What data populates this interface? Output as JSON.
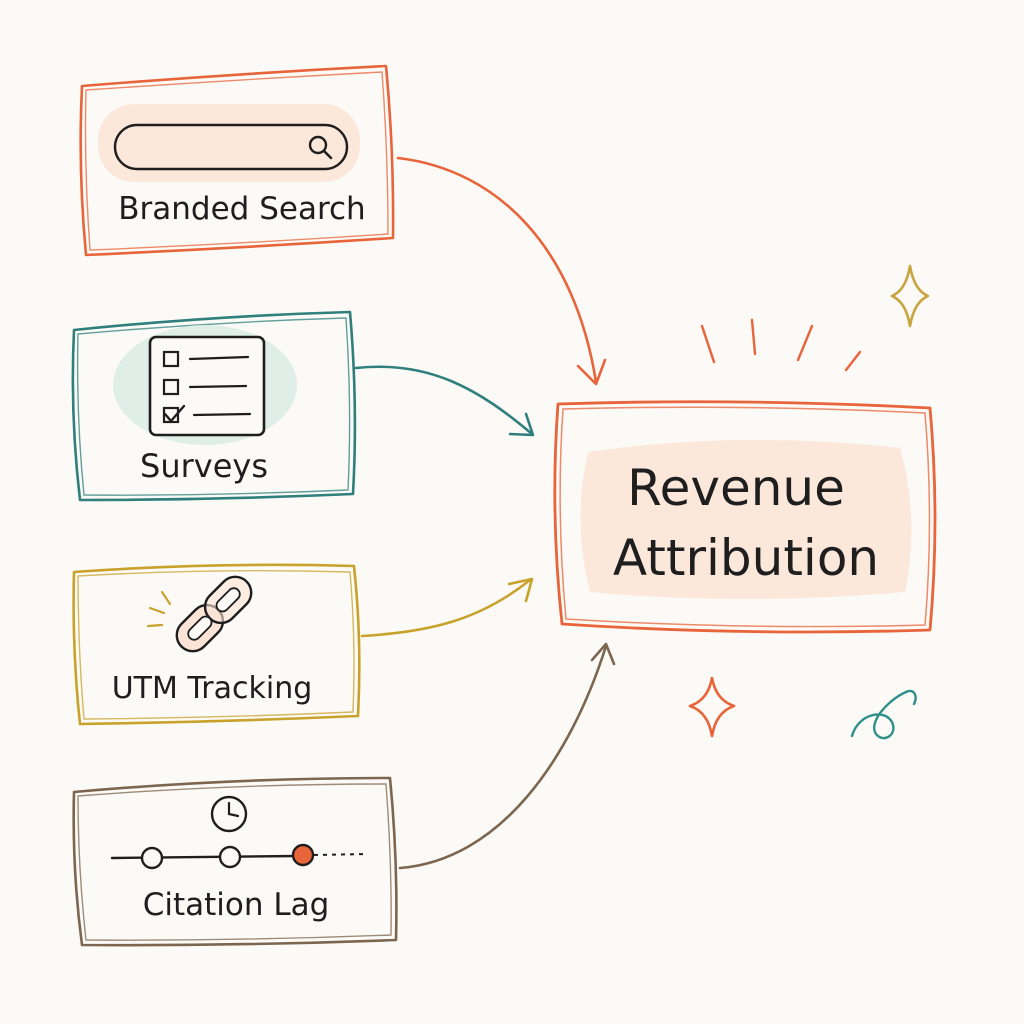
{
  "colors": {
    "background": "#fcfaf6",
    "orange": "#e8643a",
    "teal": "#2f7f7c",
    "gold": "#c9a22c",
    "brown": "#7d6650",
    "ink": "#1e1e1e",
    "peach_tint": "#fbe3d6",
    "mint_tint": "#dcece6",
    "sparkle_gold": "#c9a541"
  },
  "sources": [
    {
      "label": "Branded Search",
      "icon": "search-bar-icon",
      "color": "orange"
    },
    {
      "label": "Surveys",
      "icon": "checklist-icon",
      "color": "teal"
    },
    {
      "label": "UTM Tracking",
      "icon": "chain-link-icon",
      "color": "gold"
    },
    {
      "label": "Citation Lag",
      "icon": "timeline-clock-icon",
      "color": "brown"
    }
  ],
  "target": {
    "line1": "Revenue",
    "line2": "Attribution",
    "color": "orange"
  }
}
